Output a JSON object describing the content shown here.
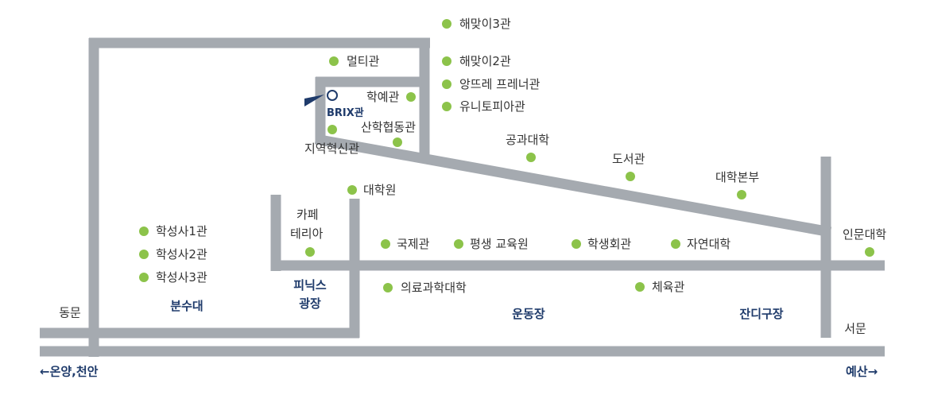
{
  "colors": {
    "road": "#a5aab0",
    "dot": "#8cc34a",
    "accent": "#1f3b6b"
  },
  "buildings": [
    "해맞이3관",
    "멀티관",
    "해맞이2관",
    "앙뜨레 프레너관",
    "유니토피아관",
    "학예관",
    "BRIX관",
    "지역혁신관",
    "산학협동관",
    "공과대학",
    "도서관",
    "대학본부",
    "대학원",
    "카페",
    "테리아",
    "국제관",
    "평생 교육원",
    "학생회관",
    "자연대학",
    "인문대학",
    "의료과학대학",
    "체육관",
    "학성사1관",
    "학성사2관",
    "학성사3관"
  ],
  "areas": {
    "fountain": "분수대",
    "phoenix_1": "피닉스",
    "phoenix_2": "광장",
    "field": "운동장",
    "lawn": "잔디구장"
  },
  "gates": {
    "east": "동문",
    "west": "서문"
  },
  "directions": {
    "left": "←온양,천안",
    "right": "예산→"
  }
}
